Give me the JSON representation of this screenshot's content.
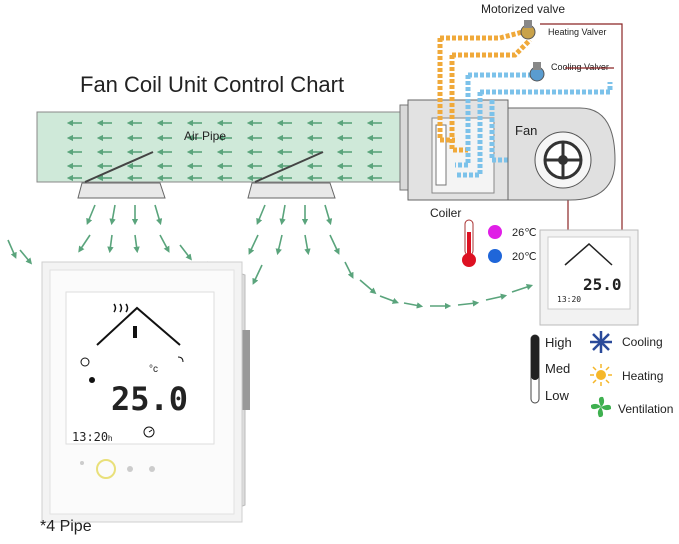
{
  "title": "Fan Coil Unit Control Chart",
  "labels": {
    "air_pipe": "Air Pipe",
    "motorized_valve": "Motorized valve",
    "heating_valve": "Heating Valver",
    "cooling_valve": "Cooling Valver",
    "fan": "Fan",
    "coiler": "Coiler",
    "temp_high": "26℃",
    "temp_low": "20℃",
    "pipe_note": "*4 Pipe"
  },
  "thermostat": {
    "temperature": "25.0",
    "unit": "°c",
    "clock": "13:20",
    "clock_suffix": "h"
  },
  "fan_speed": {
    "high": "High",
    "med": "Med",
    "low": "Low"
  },
  "modes": {
    "cooling": "Cooling",
    "heating": "Heating",
    "ventilation": "Ventilation"
  },
  "colors": {
    "duct_fill": "#cfe9d9",
    "arrow_green": "#5aa47c",
    "hot_pipe": "#f0a93a",
    "cold_pipe": "#7cc2ea",
    "wire": "#8b2525",
    "dot_hot": "#e01ee6",
    "dot_cold": "#1f66d9",
    "thermostat_frame": "#f3f3f3"
  }
}
